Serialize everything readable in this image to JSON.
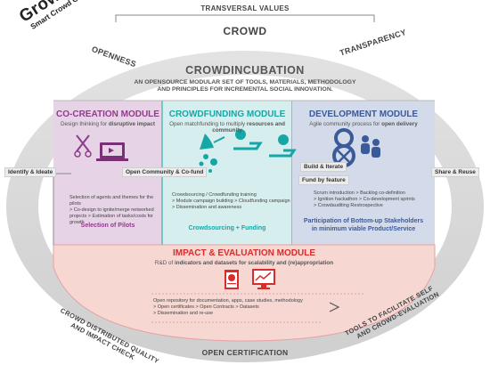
{
  "brand": {
    "name": "Growd",
    "tagline": "Smart Crowd Growth"
  },
  "top": {
    "transversal_values": "TRANSVERSAL VALUES",
    "crowd": "CROWD",
    "openness": "OPENNESS",
    "transparency": "TRANSPARENCY"
  },
  "center": {
    "title": "CROWDINCUBATION",
    "subtitle_line1": "AN OPENSOURCE MODULAR SET OF TOOLS, MATERIALS, METHODOLOGY",
    "subtitle_line2": "AND PRINCIPLES FOR INCREMENTAL SOCIAL INNOVATION."
  },
  "cocreation": {
    "title": "CO-CREATION MODULE",
    "subtitle_pre": "Design thinking for ",
    "subtitle_bold": "disruptive impact",
    "list": [
      "Selection of agents and themes for the pilots",
      "> Co-design to ignite/merge networked",
      "projects > Estimation of tasks/costs for growth"
    ],
    "footer": "Selection of Pilots"
  },
  "crowdfunding": {
    "title": "CROWDFUNDING MODULE",
    "subtitle_pre": "Open matchfunding to multiply ",
    "subtitle_bold": "resources and community",
    "list": [
      "Crowdsourcing / Crowdfunding training",
      "> Module campaign building > Cloudfunding campaign",
      "> Dissemination and awareness"
    ],
    "footer": "Crowdsourcing + Funding"
  },
  "development": {
    "title": "DEVELOPMENT MODULE",
    "subtitle_pre": "Agile community process for ",
    "subtitle_bold": "open delivery",
    "list": [
      "Scrum introduction > Backlog co-definition",
      "> Ignition hackathon > Co-development sprints",
      "> Crowdauditing Restrospective"
    ],
    "footer_line1": "Participation of Bottom-up Stakeholders",
    "footer_line2": "in minimum viable Product/Service"
  },
  "impact": {
    "title": "IMPACT & EVALUATION MODULE",
    "subtitle_pre": "R&D of ",
    "subtitle_bold": "indicators and datasets for scalability and (re)appropriation",
    "list": [
      "Open repository for documentation, apps, case studies, methodology",
      "> Open certificates > Open Contracts > Datasets",
      "> Dissemination and re-use"
    ]
  },
  "tags": {
    "identify": "Identify & Ideate",
    "open_community": "Open Community & Co-fund",
    "build": "Build & Iterate",
    "fund_by_feature": "Fund by feature",
    "share": "Share & Reuse"
  },
  "bottom": {
    "left_line1": "CROWD DISTRIBUTED QUALITY",
    "left_line2": "AND IMPACT CHECK",
    "right_line1": "TOOLS TO FACILITATE SELF",
    "right_line2": "AND CROWD-EVALUATION",
    "open_certification": "OPEN CERTIFICATION"
  },
  "colors": {
    "cocreation": "#8e3d8a",
    "cocreation_bg": "#e7d3e6",
    "crowdfunding": "#17a6a6",
    "crowdfunding_bg": "#d7eeee",
    "development": "#3b5a9a",
    "development_bg": "#d3dbea",
    "impact": "#d92c2c",
    "impact_bg": "#f6d7d2",
    "outer_ring": "#d9d9d9"
  },
  "icons": [
    "scissors-icon",
    "laptop-icon",
    "watering-can-icon",
    "coin-hand-icon",
    "cycle-8-icon",
    "tools-icon",
    "people-icon",
    "clipboard-chart-icon",
    "monitor-chart-icon",
    "arrow-icon"
  ]
}
